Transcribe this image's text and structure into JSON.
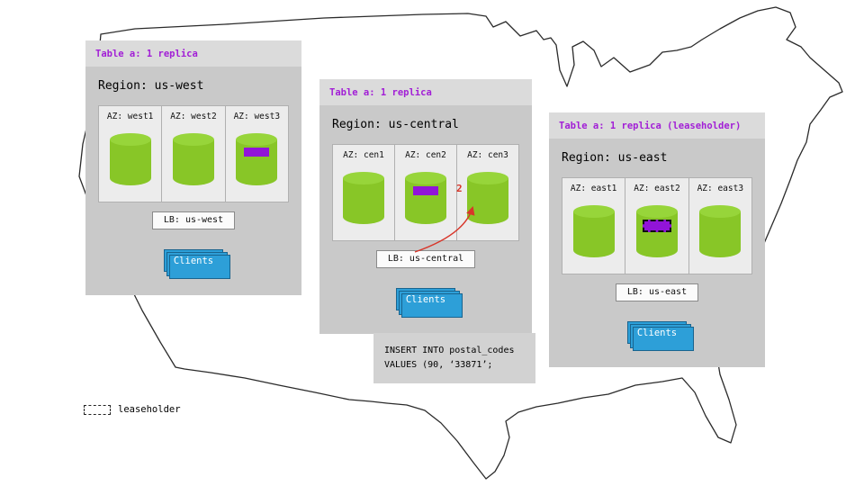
{
  "colors": {
    "title-purple": "#a21fd6",
    "replica-purple": "#9114d8",
    "cyl-green": "#88c627",
    "cyl-green-top": "#97d53a",
    "clients-blue": "#2d9fd8",
    "clients-border": "#19648f",
    "arrow-red": "#d8362a"
  },
  "regions": [
    {
      "table_label": "Table a: 1 replica",
      "region_label": "Region: us-west",
      "azs": [
        {
          "label": "AZ: west1",
          "replica": false,
          "leaseholder": false
        },
        {
          "label": "AZ: west2",
          "replica": false,
          "leaseholder": false
        },
        {
          "label": "AZ: west3",
          "replica": true,
          "leaseholder": false
        }
      ],
      "lb_label": "LB: us-west",
      "clients_label": "Clients"
    },
    {
      "table_label": "Table a: 1 replica",
      "region_label": "Region: us-central",
      "azs": [
        {
          "label": "AZ: cen1",
          "replica": false,
          "leaseholder": false
        },
        {
          "label": "AZ: cen2",
          "replica": true,
          "leaseholder": false
        },
        {
          "label": "AZ: cen3",
          "replica": false,
          "leaseholder": false
        }
      ],
      "lb_label": "LB: us-central",
      "clients_label": "Clients"
    },
    {
      "table_label": "Table a: 1 replica (leaseholder)",
      "region_label": "Region: us-east",
      "azs": [
        {
          "label": "AZ: east1",
          "replica": false,
          "leaseholder": false
        },
        {
          "label": "AZ: east2",
          "replica": true,
          "leaseholder": true
        },
        {
          "label": "AZ: east3",
          "replica": false,
          "leaseholder": false
        }
      ],
      "lb_label": "LB: us-east",
      "clients_label": "Clients"
    }
  ],
  "arrow": {
    "label": "2"
  },
  "sql_note": {
    "line1": "INSERT INTO postal_codes",
    "line2": "VALUES (90, ‘33871’;"
  },
  "legend": {
    "label": "leaseholder"
  }
}
